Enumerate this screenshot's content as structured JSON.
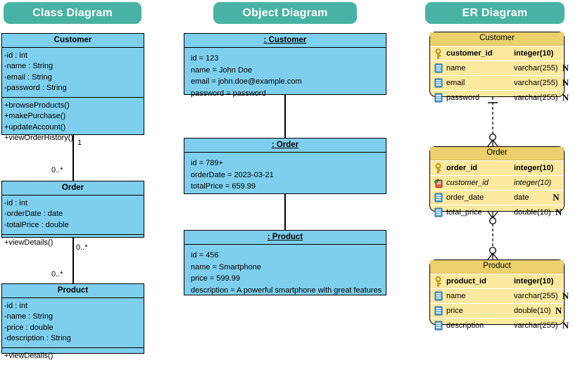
{
  "theme": {
    "pill_color": "#48b3a4",
    "uml_fill": "#7ecfee",
    "er_fill": "#fbe9a0",
    "er_header_fill": "#ecd06c",
    "line_color": "#000000"
  },
  "sections": {
    "class_diagram": {
      "title": "Class Diagram"
    },
    "object_diagram": {
      "title": "Object Diagram"
    },
    "er_diagram": {
      "title": "ER Diagram"
    }
  },
  "class_diagram": {
    "classes": [
      {
        "name": "Customer",
        "attributes": [
          "-id : int",
          "-name : String",
          "-email : String",
          "-password : String"
        ],
        "methods": [
          "+browseProducts()",
          "+makePurchase()",
          "+updateAccount()",
          "+viewOrderHistory()"
        ]
      },
      {
        "name": "Order",
        "attributes": [
          "-id : int",
          "-orderDate : date",
          "-totalPrice : double"
        ],
        "methods": [
          "+viewDetails()"
        ]
      },
      {
        "name": "Product",
        "attributes": [
          "-id : int",
          "-name : String",
          "-price : double",
          "-description : String"
        ],
        "methods": [
          "+viewDetails()"
        ]
      }
    ],
    "associations": [
      {
        "from": "Customer",
        "to": "Order",
        "from_mult": "1",
        "to_mult": "0..*"
      },
      {
        "from": "Order",
        "to": "Product",
        "from_mult": "0..*",
        "to_mult": "0..*"
      }
    ]
  },
  "object_diagram": {
    "objects": [
      {
        "name": ": Customer",
        "slots": [
          "id = 123",
          "name = John Doe",
          "email = john.doe@example.com",
          "password = password"
        ]
      },
      {
        "name": ": Order",
        "slots": [
          "id = 789+",
          "orderDate = 2023-03-21",
          "totalPrice = 659.99"
        ]
      },
      {
        "name": ": Product",
        "slots": [
          "id = 456",
          "name = Smartphone",
          "price = 599.99",
          "description = A powerful smartphone with great features"
        ]
      }
    ]
  },
  "er_diagram": {
    "tables": [
      {
        "name": "Customer",
        "columns": [
          {
            "icon": "key-icon",
            "name": "customer_id",
            "type": "integer(10)",
            "nullable": "",
            "role": "pk"
          },
          {
            "icon": "column-icon",
            "name": "name",
            "type": "varchar(255)",
            "nullable": "N",
            "role": ""
          },
          {
            "icon": "column-icon",
            "name": "email",
            "type": "varchar(255)",
            "nullable": "N",
            "role": ""
          },
          {
            "icon": "column-icon",
            "name": "password",
            "type": "varchar(255)",
            "nullable": "N",
            "role": ""
          }
        ]
      },
      {
        "name": "Order",
        "columns": [
          {
            "icon": "key-icon",
            "name": "order_id",
            "type": "integer(10)",
            "nullable": "",
            "role": "pk"
          },
          {
            "icon": "foreign-key-icon",
            "name": "customer_id",
            "type": "integer(10)",
            "nullable": "",
            "role": "fk"
          },
          {
            "icon": "column-icon",
            "name": "order_date",
            "type": "date",
            "nullable": "N",
            "role": ""
          },
          {
            "icon": "column-icon",
            "name": "total_price",
            "type": "double(10)",
            "nullable": "N",
            "role": ""
          }
        ]
      },
      {
        "name": "Product",
        "columns": [
          {
            "icon": "key-icon",
            "name": "product_id",
            "type": "integer(10)",
            "nullable": "",
            "role": "pk"
          },
          {
            "icon": "column-icon",
            "name": "name",
            "type": "varchar(255)",
            "nullable": "N",
            "role": ""
          },
          {
            "icon": "column-icon",
            "name": "price",
            "type": "double(10)",
            "nullable": "N",
            "role": ""
          },
          {
            "icon": "column-icon",
            "name": "description",
            "type": "varchar(255)",
            "nullable": "N",
            "role": ""
          }
        ]
      }
    ],
    "relationships": [
      {
        "from": "Customer",
        "to": "Order",
        "from_cardinality": "one",
        "to_cardinality": "zero-or-many"
      },
      {
        "from": "Order",
        "to": "Product",
        "from_cardinality": "zero-or-many",
        "to_cardinality": "zero-or-many"
      }
    ]
  }
}
